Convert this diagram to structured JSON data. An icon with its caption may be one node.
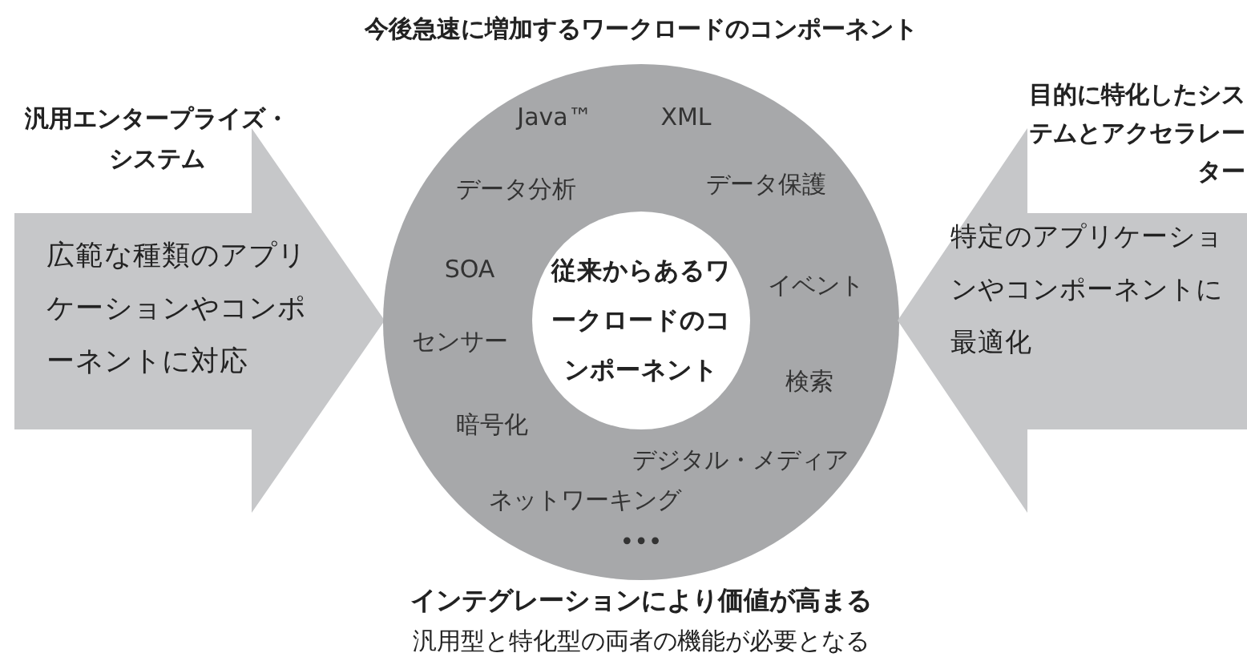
{
  "diagram": {
    "nodes": [
      {
        "text": [
          "汎用エンタープライズ・システム",
          "広範な種類のアプリケーションやコンポーネントに対応"
        ]
      },
      {
        "text": [
          "今後急速に増加するワークロードのコンポーネント",
          "Java™",
          "XML",
          "データ分析",
          "データ保護",
          "SOA",
          "イベント",
          "センサー",
          "検索",
          "暗号化",
          "デジタル・メディア",
          "ネットワーキング",
          "•••"
        ]
      },
      {
        "text": [
          "従来からあるワークロードのコンポーネント"
        ],
        "in": 1
      },
      {
        "text": [
          "目的に特化したシステムとアクセラレーター",
          "特定のアプリケーションやコンポーネントに最適化"
        ]
      }
    ],
    "labels": [
      "インテグレーションにより価値が高まる",
      "汎用型と特化型の両者の機能が必要となる"
    ]
  }
}
